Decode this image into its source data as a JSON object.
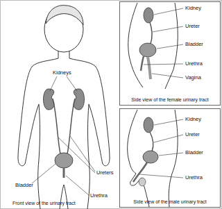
{
  "diagram": {
    "nodes": [
      {
        "text": [
          "Side view of the female urinary tract"
        ]
      },
      {
        "text": [
          "Side view of the male urinary tract"
        ]
      }
    ],
    "labels": [
      "Kidneys",
      "Ureters",
      "Bladder",
      "Urethra",
      "Front view of the urinary tract",
      "Kidney",
      "Ureter",
      "Bladder",
      "Urethra",
      "Vagina",
      "Kidney",
      "Ureter",
      "Bladder",
      "Urethra"
    ]
  }
}
